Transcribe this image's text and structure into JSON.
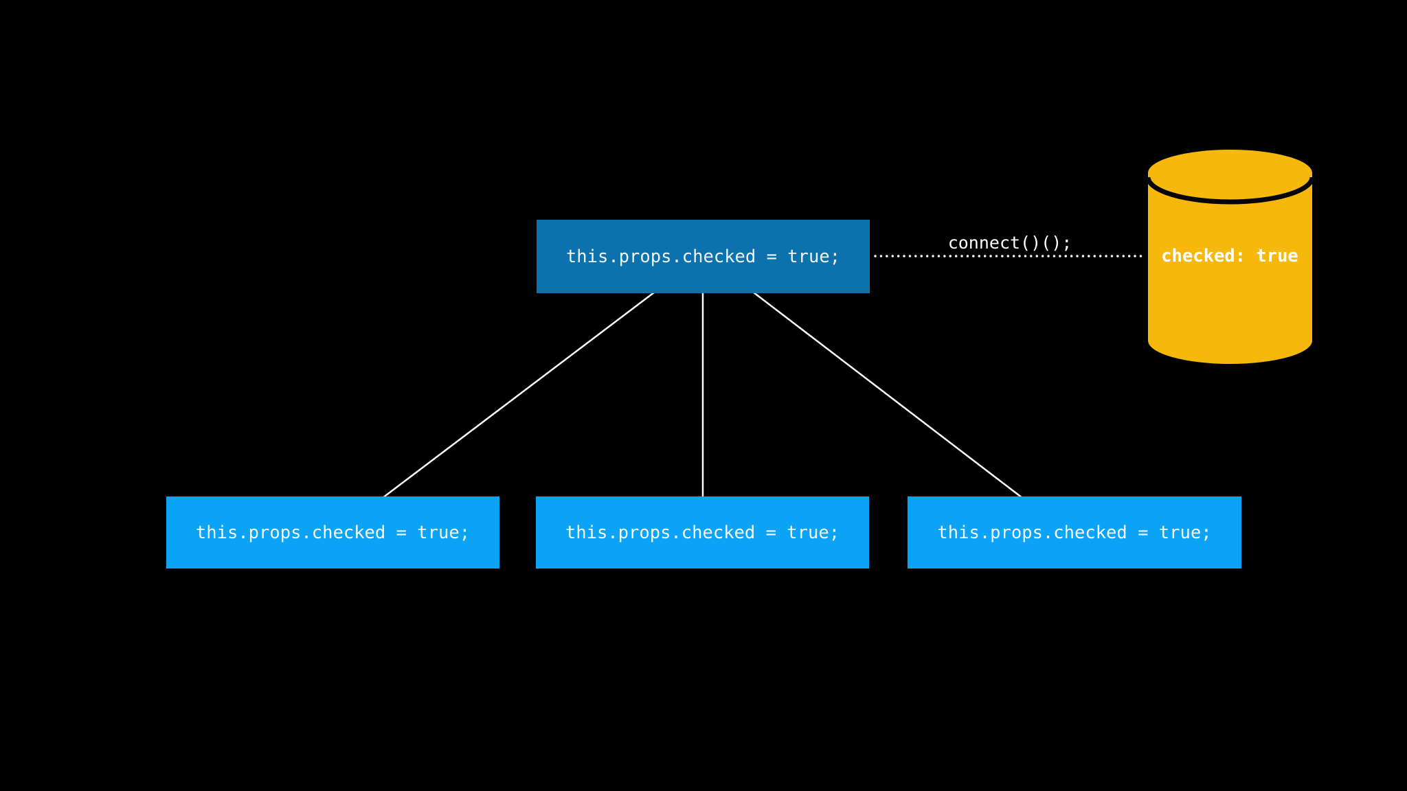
{
  "colors": {
    "background": "#000000",
    "parent_box": "#0C72AE",
    "child_box": "#0AA3F5",
    "store_fill": "#F6B80A",
    "store_rim": "#050505",
    "connector": "#FFFFFF",
    "parent_text": "#EDF5FA",
    "child_text": "#F2FAFE",
    "label_text": "#FFFFFF"
  },
  "nodes": {
    "parent": {
      "label": "this.props.checked = true;"
    },
    "children": [
      {
        "label": "this.props.checked = true;"
      },
      {
        "label": "this.props.checked = true;"
      },
      {
        "label": "this.props.checked = true;"
      }
    ],
    "store": {
      "label": "checked: true"
    }
  },
  "connection": {
    "label": "connect()();"
  }
}
